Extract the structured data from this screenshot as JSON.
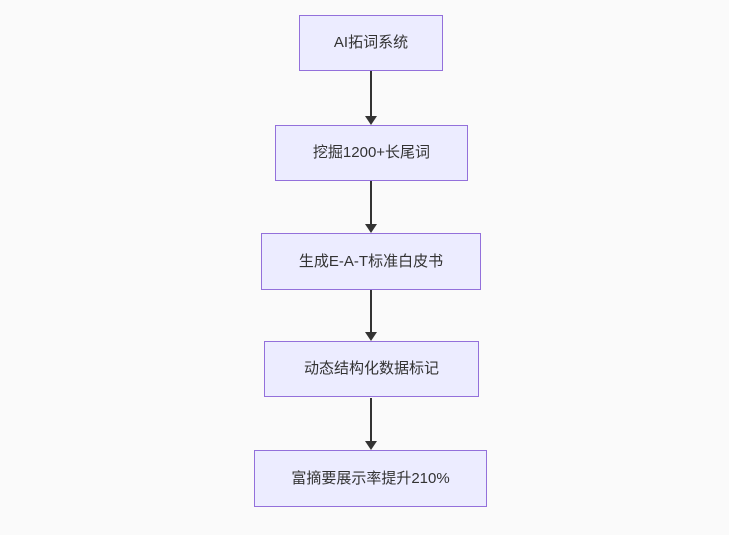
{
  "flowchart": {
    "background_color": "#fafafa",
    "node_fill_color": "#ECECFF",
    "node_border_color": "#9370DB",
    "edge_color": "#333333",
    "text_color": "#333333",
    "direction": "top-down",
    "nodes": [
      {
        "id": "A",
        "label": "AI拓词系统"
      },
      {
        "id": "B",
        "label": "挖掘1200+长尾词"
      },
      {
        "id": "C",
        "label": "生成E-A-T标准白皮书"
      },
      {
        "id": "D",
        "label": "动态结构化数据标记"
      },
      {
        "id": "E",
        "label": "富摘要展示率提升210%"
      }
    ],
    "edges": [
      {
        "from": "A",
        "to": "B"
      },
      {
        "from": "B",
        "to": "C"
      },
      {
        "from": "C",
        "to": "D"
      },
      {
        "from": "D",
        "to": "E"
      }
    ]
  }
}
